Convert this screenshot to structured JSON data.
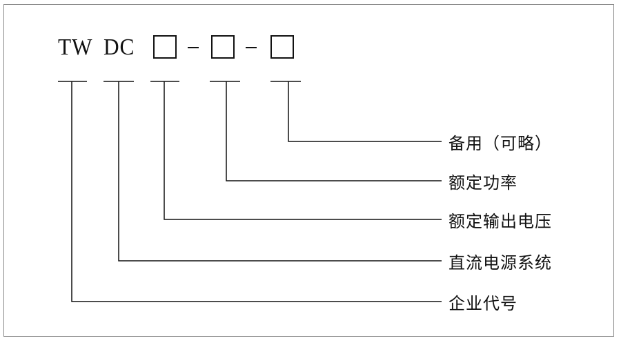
{
  "code": {
    "prefix_1": "TW",
    "prefix_2": "DC",
    "separator": "-"
  },
  "labels": {
    "spare": "备用（可略）",
    "rated_power": "额定功率",
    "rated_output_voltage": "额定输出电压",
    "dc_power_system": "直流电源系统",
    "company_code": "企业代号"
  }
}
